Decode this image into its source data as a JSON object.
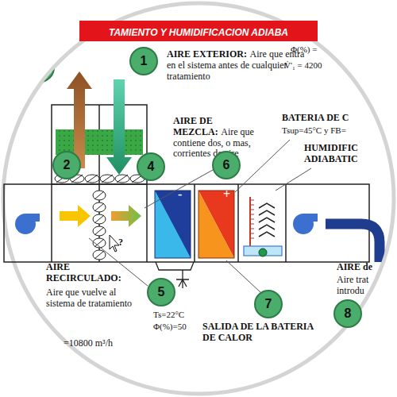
{
  "diagram": {
    "title": "TAMIENTO Y HUMIDIFICACION ADIABA",
    "nodes": [
      {
        "text": [
          "1"
        ]
      },
      {
        "text": [
          "2"
        ]
      },
      {
        "text": [
          "4"
        ]
      },
      {
        "text": [
          "6"
        ]
      },
      {
        "text": [
          "5"
        ]
      },
      {
        "text": [
          "7"
        ]
      },
      {
        "text": [
          "8"
        ]
      }
    ],
    "labels": [
      "AIRE EXTERIOR:",
      "Aire que entra en el sistema antes de cualquier tratamiento",
      "AIRE DE MEZCLA:",
      "Aire que contiene dos, o mas, corrientes de aire",
      "BATERIA DE C",
      "Tsup=45°C y FB=",
      "Φ(%) =",
      "V̇'₁ = 4200",
      "HUMIDIFIC ADIABATIC",
      "AIRE RECIRCULADO:",
      "Aire que vuelve al sistema de tratamiento",
      "Ts=22°C",
      "Φ(%)=50",
      "=10800 m³/h",
      "SALIDA DE LA BATERIA DE CALOR",
      "AIRE de",
      "Aire trat introdu",
      "-",
      "+",
      "?"
    ]
  }
}
